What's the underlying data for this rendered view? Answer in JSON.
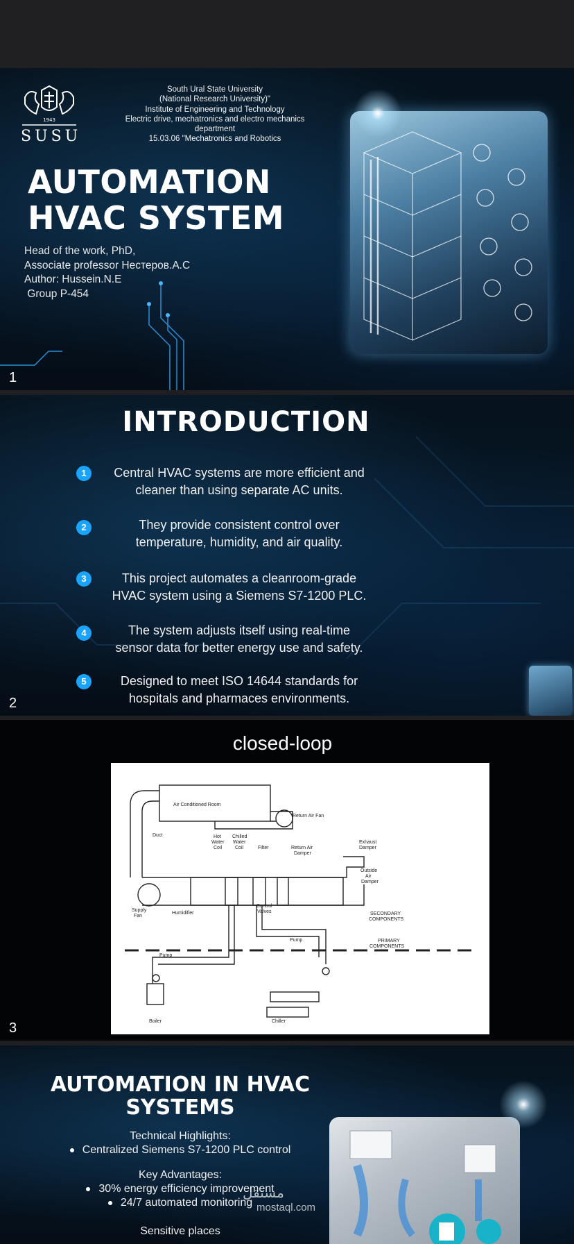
{
  "slide1": {
    "number": "1",
    "logo_text": "SUSU",
    "logo_year": "1943",
    "university_lines": [
      "South Ural State University",
      "(National Research University)\"",
      "Institute of Engineering and Technology",
      "Electric drive, mechatronics and electro mechanics",
      "department",
      "15.03.06 \"Mechatronics and Robotics"
    ],
    "title_lines": [
      "AUTOMATION",
      "HVAC SYSTEM"
    ],
    "author_lines": [
      "Head of the work, PhD,",
      "Associate professor  Нестеров.А.С",
      "Author: Hussein.N.E",
      " Group P-454"
    ]
  },
  "slide2": {
    "number": "2",
    "title": "INTRODUCTION",
    "items": [
      {
        "num": "1",
        "line1": "Central HVAC systems are more efficient and",
        "line2": "cleaner than using separate AC units."
      },
      {
        "num": "2",
        "line1": "They provide consistent control over",
        "line2": "temperature, humidity, and air quality."
      },
      {
        "num": "3",
        "line1": "This project automates a cleanroom-grade",
        "line2": "HVAC system using a Siemens S7-1200 PLC."
      },
      {
        "num": "4",
        "line1": "The system adjusts itself using real-time",
        "line2": "sensor data for better energy use and safety."
      },
      {
        "num": "5",
        "line1": "Designed to meet ISO 14644 standards for",
        "line2": "hospitals and pharmaces environments."
      }
    ]
  },
  "slide3": {
    "number": "3",
    "title": "closed-loop",
    "labels": {
      "room": "Air Conditioned Room",
      "return_fan": "Return Air Fan",
      "duct": "Duct",
      "hot_coil": [
        "Hot",
        "Water",
        "Coil"
      ],
      "chilled_coil": [
        "Chilled",
        "Water",
        "Coil"
      ],
      "filter": "Filter",
      "return_damper": [
        "Return Air",
        "Damper"
      ],
      "exhaust_damper": [
        "Exhaust",
        "Damper"
      ],
      "outside_damper": [
        "Outside",
        "Air",
        "Damper"
      ],
      "supply_fan": [
        "Supply",
        "Fan"
      ],
      "humidifier": "Humidifier",
      "control_valves": [
        "Control",
        "Valves"
      ],
      "secondary": [
        "SECONDARY",
        "COMPONENTS"
      ],
      "primary": [
        "PRIMARY",
        "COMPONENTS"
      ],
      "pump": "Pump",
      "boiler": "Boiler",
      "chiller": "Chiller"
    }
  },
  "slide4": {
    "title_lines": [
      "AUTOMATION IN HVAC",
      "SYSTEMS"
    ],
    "highlights_heading": "Technical Highlights:",
    "highlights": [
      "Centralized Siemens S7-1200 PLC control"
    ],
    "advantages_heading": "Key Advantages:",
    "advantages": [
      "30% energy efficiency improvement",
      "24/7 automated monitoring"
    ],
    "sensitive_heading": "Sensitive places",
    "watermark_arabic": "مستقل",
    "watermark_site": "mostaql.com"
  }
}
